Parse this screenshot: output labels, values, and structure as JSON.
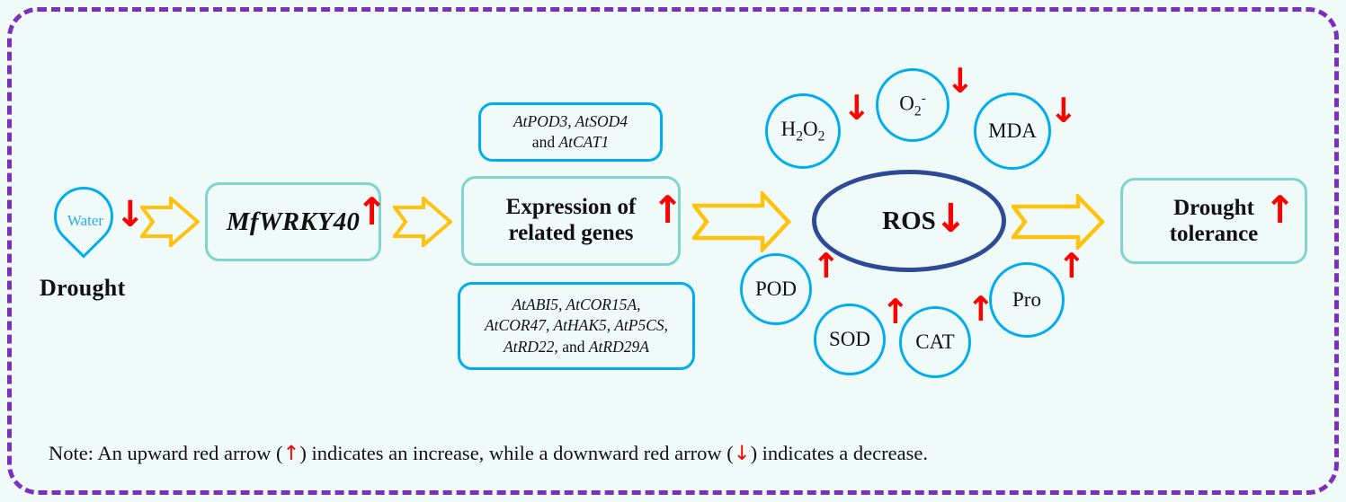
{
  "figure": {
    "title": "MfWRKY40 drought tolerance pathway",
    "background_color": "#f0fbf9",
    "frame_border_color": "#7B2FBE"
  },
  "colors": {
    "frame_dashed": "#7B2FBE",
    "teal_box": "#7FD4CE",
    "cyan_circle": "#00AEEF",
    "gold_arrow": "#FFC20E",
    "red_arrow": "#FF0000",
    "ros_ellipse": "#2E4A94",
    "background": "#f0fbf9"
  },
  "stimulus": {
    "droplet_label": "Water",
    "caption": "Drought",
    "change_arrow": "down"
  },
  "gene": {
    "name": "MfWRKY40",
    "change_arrow": "up"
  },
  "expression": {
    "line1": "Expression of",
    "line2": "related genes",
    "change_arrow": "up"
  },
  "gene_sets": {
    "antioxidant": {
      "line1_italic": "AtPOD3, AtSOD4",
      "line2_plain": "and ",
      "line2_italic": "AtCAT1"
    },
    "stress_responsive": {
      "line1_italic": "AtABI5, AtCOR15A,",
      "line2_italic": "AtCOR47, AtHAK5, AtP5CS,",
      "line3_italic_a": "AtRD22,",
      "line3_plain": " and ",
      "line3_italic_b": "AtRD29A"
    }
  },
  "ros": {
    "label": "ROS",
    "change_arrow": "down"
  },
  "ros_markers": [
    {
      "id": "h2o2",
      "label_main": "H",
      "sub1": "2",
      "label_mid": "O",
      "sub2": "2",
      "change_arrow": "down"
    },
    {
      "id": "o2-",
      "label_main": "O",
      "sub1": "2",
      "sup": "-",
      "change_arrow": "down"
    },
    {
      "id": "mda",
      "label": "MDA",
      "change_arrow": "down"
    }
  ],
  "antioxidant_markers": [
    {
      "id": "pod",
      "label": "POD",
      "change_arrow": "up"
    },
    {
      "id": "sod",
      "label": "SOD",
      "change_arrow": "up"
    },
    {
      "id": "cat",
      "label": "CAT",
      "change_arrow": "up"
    },
    {
      "id": "pro",
      "label": "Pro",
      "change_arrow": "up"
    }
  ],
  "outcome": {
    "line1": "Drought",
    "line2": "tolerance",
    "change_arrow": "up"
  },
  "note": {
    "prefix": "Note: An upward red arrow (",
    "up_symbol": "↑",
    "middle": ") indicates an increase, while a downward red arrow (",
    "down_symbol": "↓",
    "suffix": ") indicates a decrease."
  },
  "flow_arrows": [
    {
      "id": "arrow-1",
      "from": "drought",
      "to": "MfWRKY40"
    },
    {
      "id": "arrow-2",
      "from": "MfWRKY40",
      "to": "expression"
    },
    {
      "id": "arrow-3",
      "from": "expression",
      "to": "ROS"
    },
    {
      "id": "arrow-4",
      "from": "ROS",
      "to": "drought-tolerance"
    }
  ]
}
